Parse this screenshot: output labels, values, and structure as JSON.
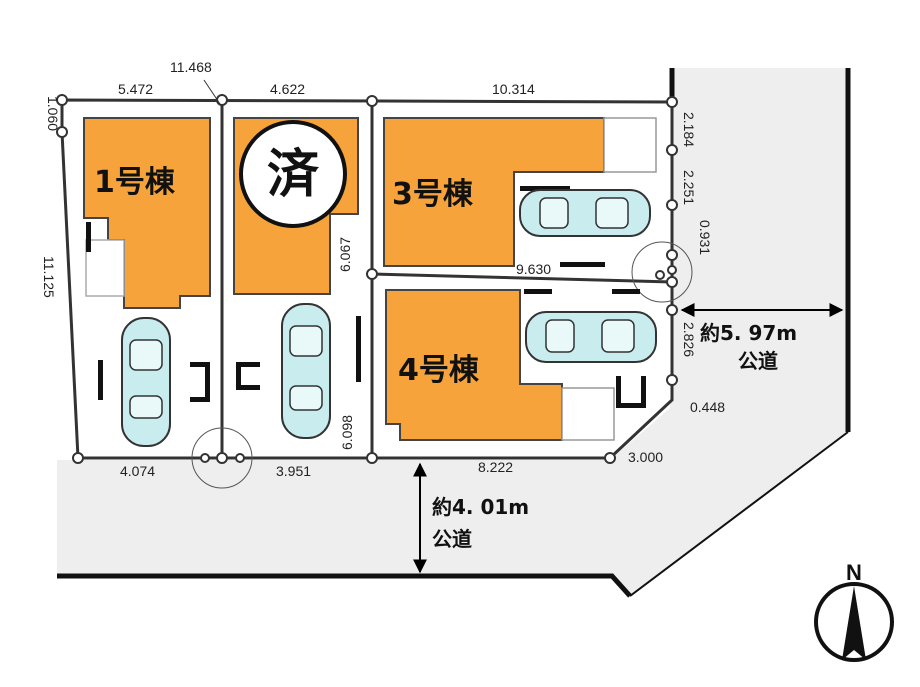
{
  "lots": {
    "lot1": {
      "label": "1号棟"
    },
    "lot2": {
      "status": "済"
    },
    "lot3": {
      "label": "3号棟"
    },
    "lot4": {
      "label": "4号棟"
    }
  },
  "dimensions": {
    "top_1": "5.472",
    "top_total": "11.468",
    "top_2": "4.622",
    "top_3": "10.314",
    "left_top": "1.060",
    "left_side": "11.125",
    "bottom_1": "4.074",
    "bottom_2": "3.951",
    "bottom_4": "8.222",
    "corner_1": "3.000",
    "corner_2": "0.448",
    "right_1": "2.184",
    "right_2": "2.251",
    "right_3": "0.931",
    "right_4": "2.826",
    "mid_1": "6.067",
    "mid_2": "6.098",
    "mid_3": "9.630"
  },
  "roads": {
    "east": {
      "width": "約5. 97m",
      "type": "公道"
    },
    "south": {
      "width": "約4. 01m",
      "type": "公道"
    }
  },
  "compass": {
    "north": "N"
  },
  "colors": {
    "building": "#f5a33a",
    "road": "#eeeeee",
    "car": "#c9ecee",
    "line": "#333333"
  }
}
